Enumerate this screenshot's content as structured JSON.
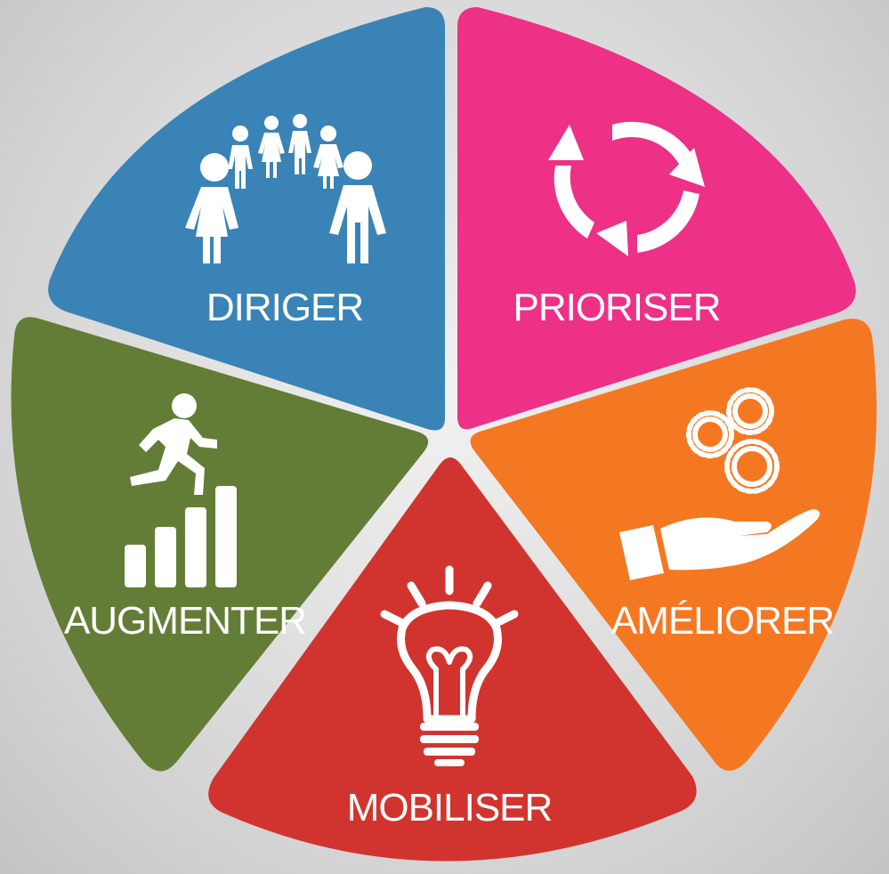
{
  "segments": [
    {
      "key": "diriger",
      "label": "DIRIGER",
      "color": "#3A83B7",
      "icon": "people-arch-icon"
    },
    {
      "key": "prioriser",
      "label": "PRIORISER",
      "color": "#EC3187",
      "icon": "cycle-arrows-icon"
    },
    {
      "key": "ameliorer",
      "label": "AMÉLIORER",
      "color": "#F47822",
      "icon": "hand-gears-icon"
    },
    {
      "key": "mobiliser",
      "label": "MOBILISER",
      "color": "#D1342E",
      "icon": "lightbulb-icon"
    },
    {
      "key": "augmenter",
      "label": "AUGMENTER",
      "color": "#637D36",
      "icon": "climbing-bars-icon"
    }
  ]
}
